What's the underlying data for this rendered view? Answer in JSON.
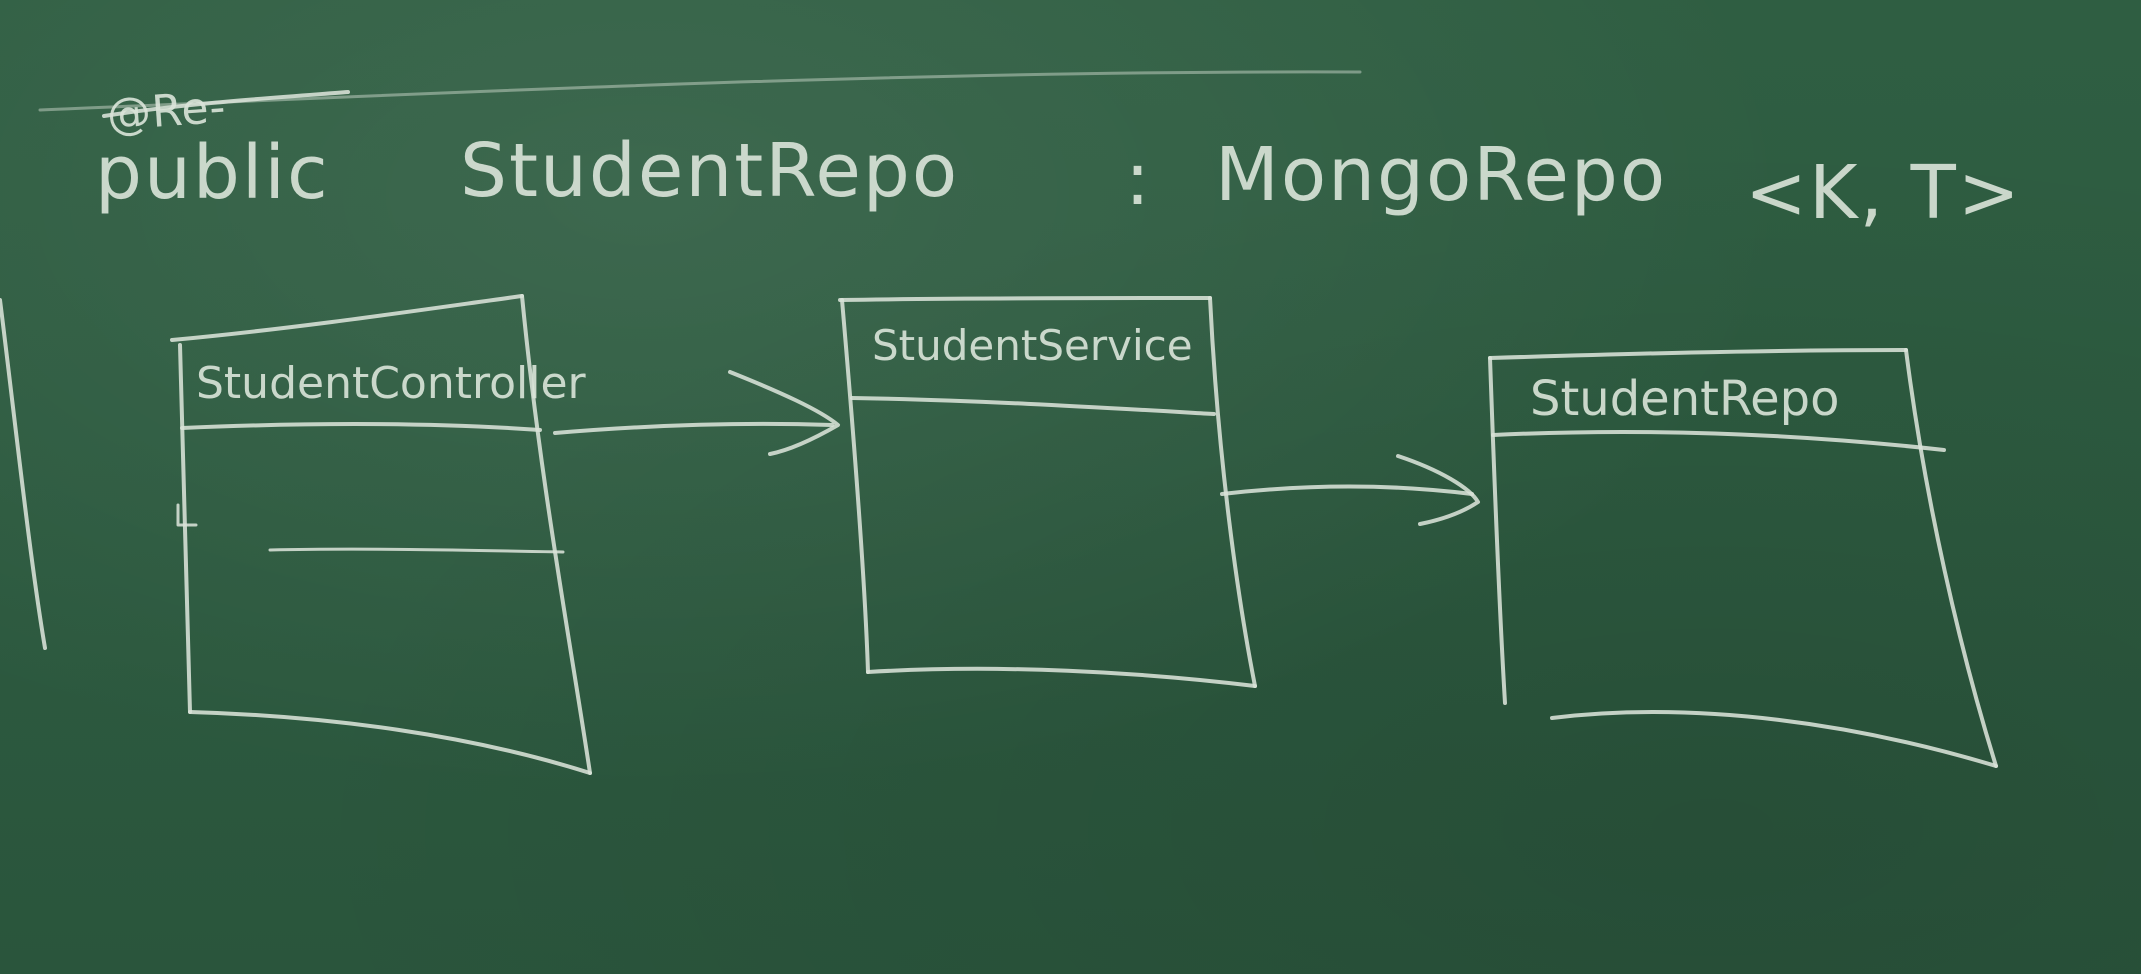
{
  "board": {
    "note_crossed": "@Re-",
    "signature": {
      "keyword": "public",
      "class_name": "StudentRepo",
      "separator": ":",
      "base": "MongoRepo",
      "type_params": "<K, T>"
    }
  },
  "diagram": {
    "boxes": [
      {
        "id": "controller",
        "title": "StudentController"
      },
      {
        "id": "service",
        "title": "StudentService"
      },
      {
        "id": "repository",
        "title": "StudentRepo"
      }
    ]
  }
}
